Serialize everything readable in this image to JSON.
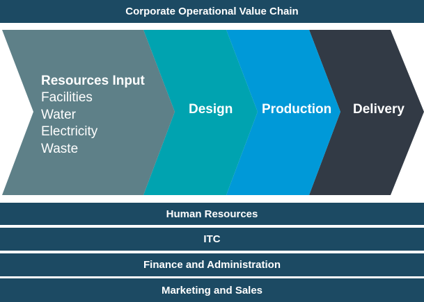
{
  "title": "Corporate Operational Value Chain",
  "primary_activities": {
    "resources": {
      "title": "Resources Input",
      "items": [
        "Facilities",
        "Water",
        "Electricity",
        "Waste"
      ],
      "color": "#5e8088"
    },
    "design": {
      "label": "Design",
      "color": "#00a3b0"
    },
    "production": {
      "label": "Production",
      "color": "#0099d8"
    },
    "delivery": {
      "label": "Delivery",
      "color": "#323a45"
    }
  },
  "support_activities": [
    "Human Resources",
    "ITC",
    "Finance and Administration",
    "Marketing and Sales"
  ],
  "colors": {
    "bar": "#1c4a63",
    "text": "#ffffff"
  }
}
